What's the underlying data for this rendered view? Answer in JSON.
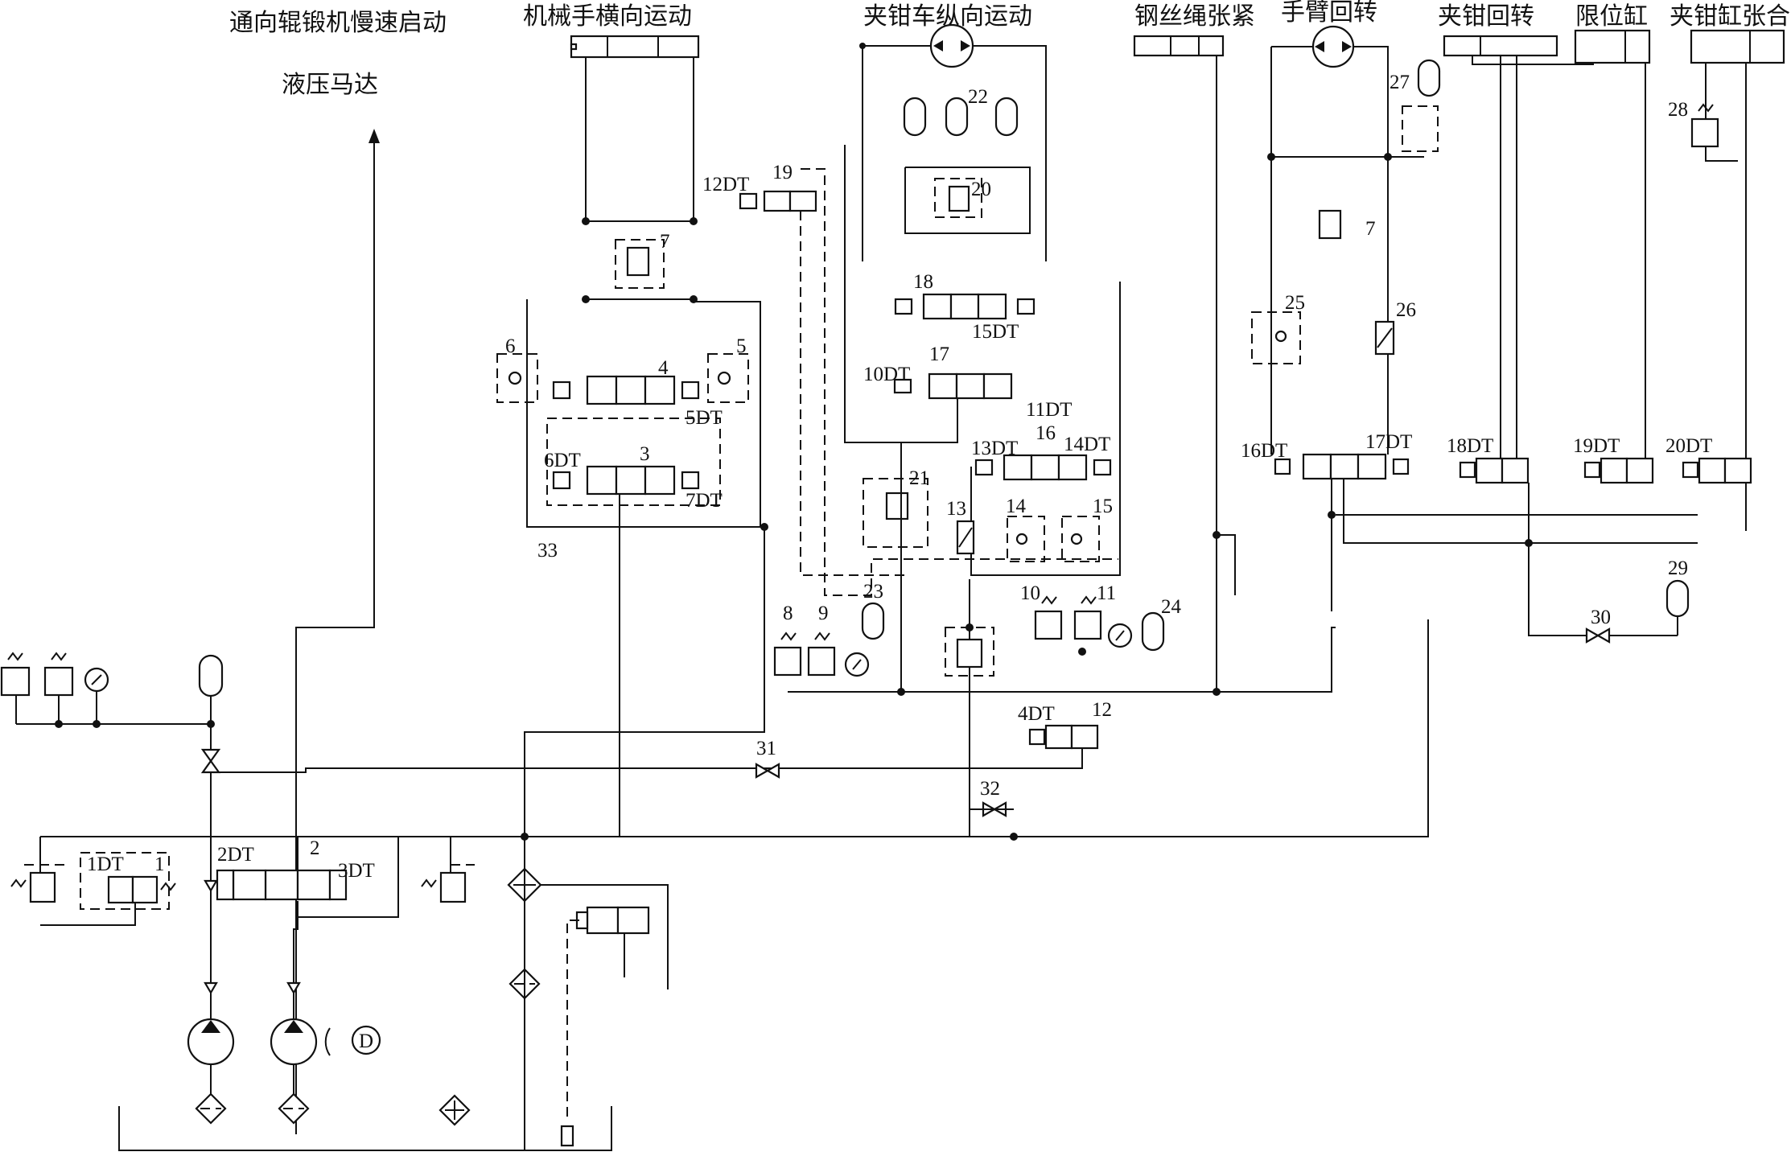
{
  "titles": {
    "rolling_mill": "通向辊锻机慢速启动",
    "hydraulic_motor": "液压马达",
    "manipulator_traverse": "机械手横向运动",
    "clamp_car": "夹钳车纵向运动",
    "wire_rope": "钢丝绳张紧",
    "arm_rotate": "手臂回转",
    "clamp_rotate": "夹钳回转",
    "limit_cylinder": "限位缸",
    "clamp_open_close": "夹钳缸张合"
  },
  "solenoids": {
    "s1": "1DT",
    "s2": "2DT",
    "s3": "3DT",
    "s4": "4DT",
    "s5": "5DT",
    "s6": "6DT",
    "s7": "7DT",
    "s10": "10DT",
    "s11": "11DT",
    "s12": "12DT",
    "s13": "13DT",
    "s14": "14DT",
    "s15": "15DT",
    "s16": "16DT",
    "s17": "17DT",
    "s18": "18DT",
    "s19": "19DT",
    "s20": "20DT"
  },
  "components": {
    "c1": "1",
    "c2": "2",
    "c3": "3",
    "c4": "4",
    "c5": "5",
    "c6": "6",
    "c7a": "7",
    "c7b": "7",
    "c8": "8",
    "c9": "9",
    "c10": "10",
    "c11": "11",
    "c12": "12",
    "c13": "13",
    "c14": "14",
    "c15": "15",
    "c16": "16",
    "c17": "17",
    "c18": "18",
    "c19": "19",
    "c20": "20",
    "c21": "21",
    "c22": "22",
    "c23": "23",
    "c24": "24",
    "c25": "25",
    "c26": "26",
    "c27": "27",
    "c28": "28",
    "c29": "29",
    "c30": "30",
    "c31": "31",
    "c32": "32",
    "c33": "33"
  },
  "motor_symbol": "D"
}
